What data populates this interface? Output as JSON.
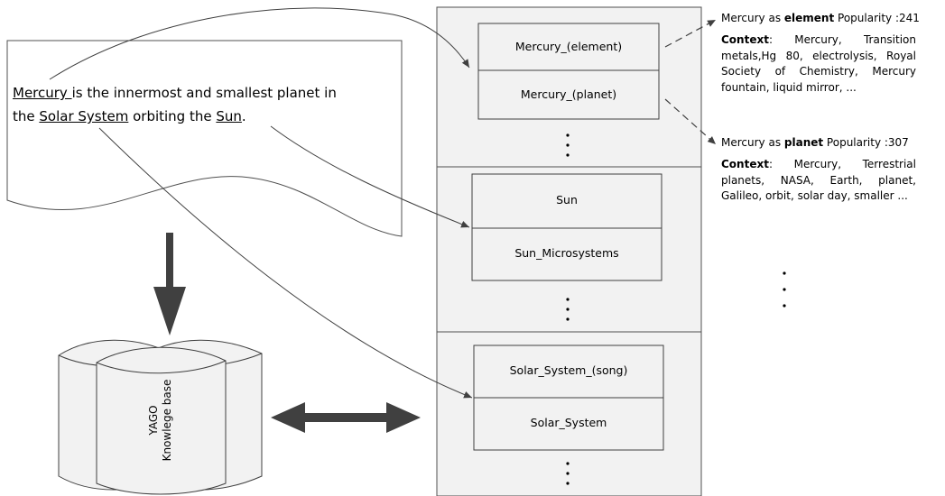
{
  "sentence": {
    "mention1": "Mercury ",
    "text1": "is the innermost and smallest planet in",
    "text2": "the ",
    "mention2": "Solar System",
    "text3": " orbiting the ",
    "mention3": "Sun",
    "text4": "."
  },
  "knowledge_base": {
    "line1": "YAGO",
    "line2": "Knowlege base"
  },
  "groups": [
    {
      "candidates": [
        "Mercury_(element)",
        "Mercury_(planet)"
      ]
    },
    {
      "candidates": [
        "Sun",
        "Sun_Microsystems"
      ]
    },
    {
      "candidates": [
        "Solar_System_(song)",
        "Solar_System"
      ]
    }
  ],
  "annotations": [
    {
      "prefix": "Mercury as ",
      "bold": "element",
      "suffix": " Popularity :241",
      "context_label": "Context",
      "context_text": ": Mercury, Transition metals,Hg 80, electrolysis, Royal Society of Chemistry, Mercury fountain, liquid mirror, ..."
    },
    {
      "prefix": "Mercury as ",
      "bold": "planet",
      "suffix": " Popularity :307",
      "context_label": "Context",
      "context_text": ": Mercury, Terrestrial planets, NASA, Earth, planet, Galileo, orbit, solar day, smaller ..."
    }
  ],
  "colors": {
    "panel_fill": "#f2f2f2",
    "box_fill": "#f2f2f2",
    "stroke": "#404040",
    "arrow": "#404040"
  }
}
